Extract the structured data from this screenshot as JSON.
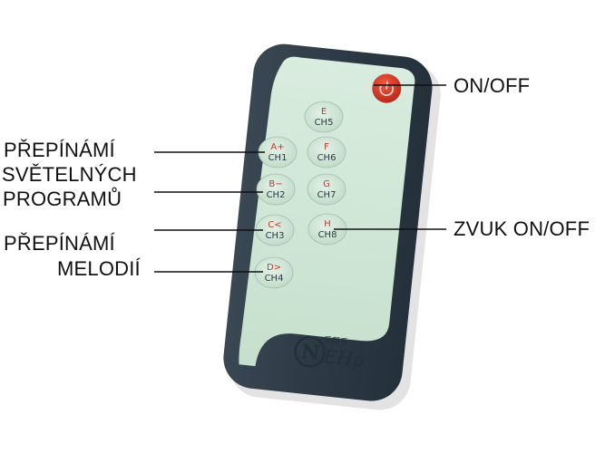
{
  "labels": {
    "on_off": "ON/OFF",
    "light_programs_line1": "PŘEPÍNÁMÍ",
    "light_programs_line2": "SVĚTELNÝCH",
    "light_programs_line3": "PROGRAMŮ",
    "sound_on_off": "ZVUK ON/OFF",
    "melodies_line1": "PŘEPÍNÁMÍ",
    "melodies_line2": "MELODIÍ"
  },
  "remote": {
    "brand": "NEHP",
    "brand_chinese": "乐帮手",
    "buttons": [
      {
        "id": "ch5",
        "top": "E",
        "bottom": "CH5"
      },
      {
        "id": "ch1",
        "top": "A+",
        "bottom": "CH1"
      },
      {
        "id": "ch6",
        "top": "F",
        "bottom": "CH6"
      },
      {
        "id": "ch2",
        "top": "B−",
        "bottom": "CH2"
      },
      {
        "id": "ch7",
        "top": "G",
        "bottom": "CH7"
      },
      {
        "id": "ch3",
        "top": "C<",
        "bottom": "CH3"
      },
      {
        "id": "ch8",
        "top": "H",
        "bottom": "CH8"
      },
      {
        "id": "ch4",
        "top": "D>",
        "bottom": "CH4"
      }
    ]
  },
  "colors": {
    "body_dark": "#2f3c46",
    "face": "#cfe6d6",
    "key_top_red": "#c0392b",
    "key_bottom": "#2b3a44",
    "power": "#d2311f"
  },
  "icons": {
    "power": "power-icon"
  }
}
